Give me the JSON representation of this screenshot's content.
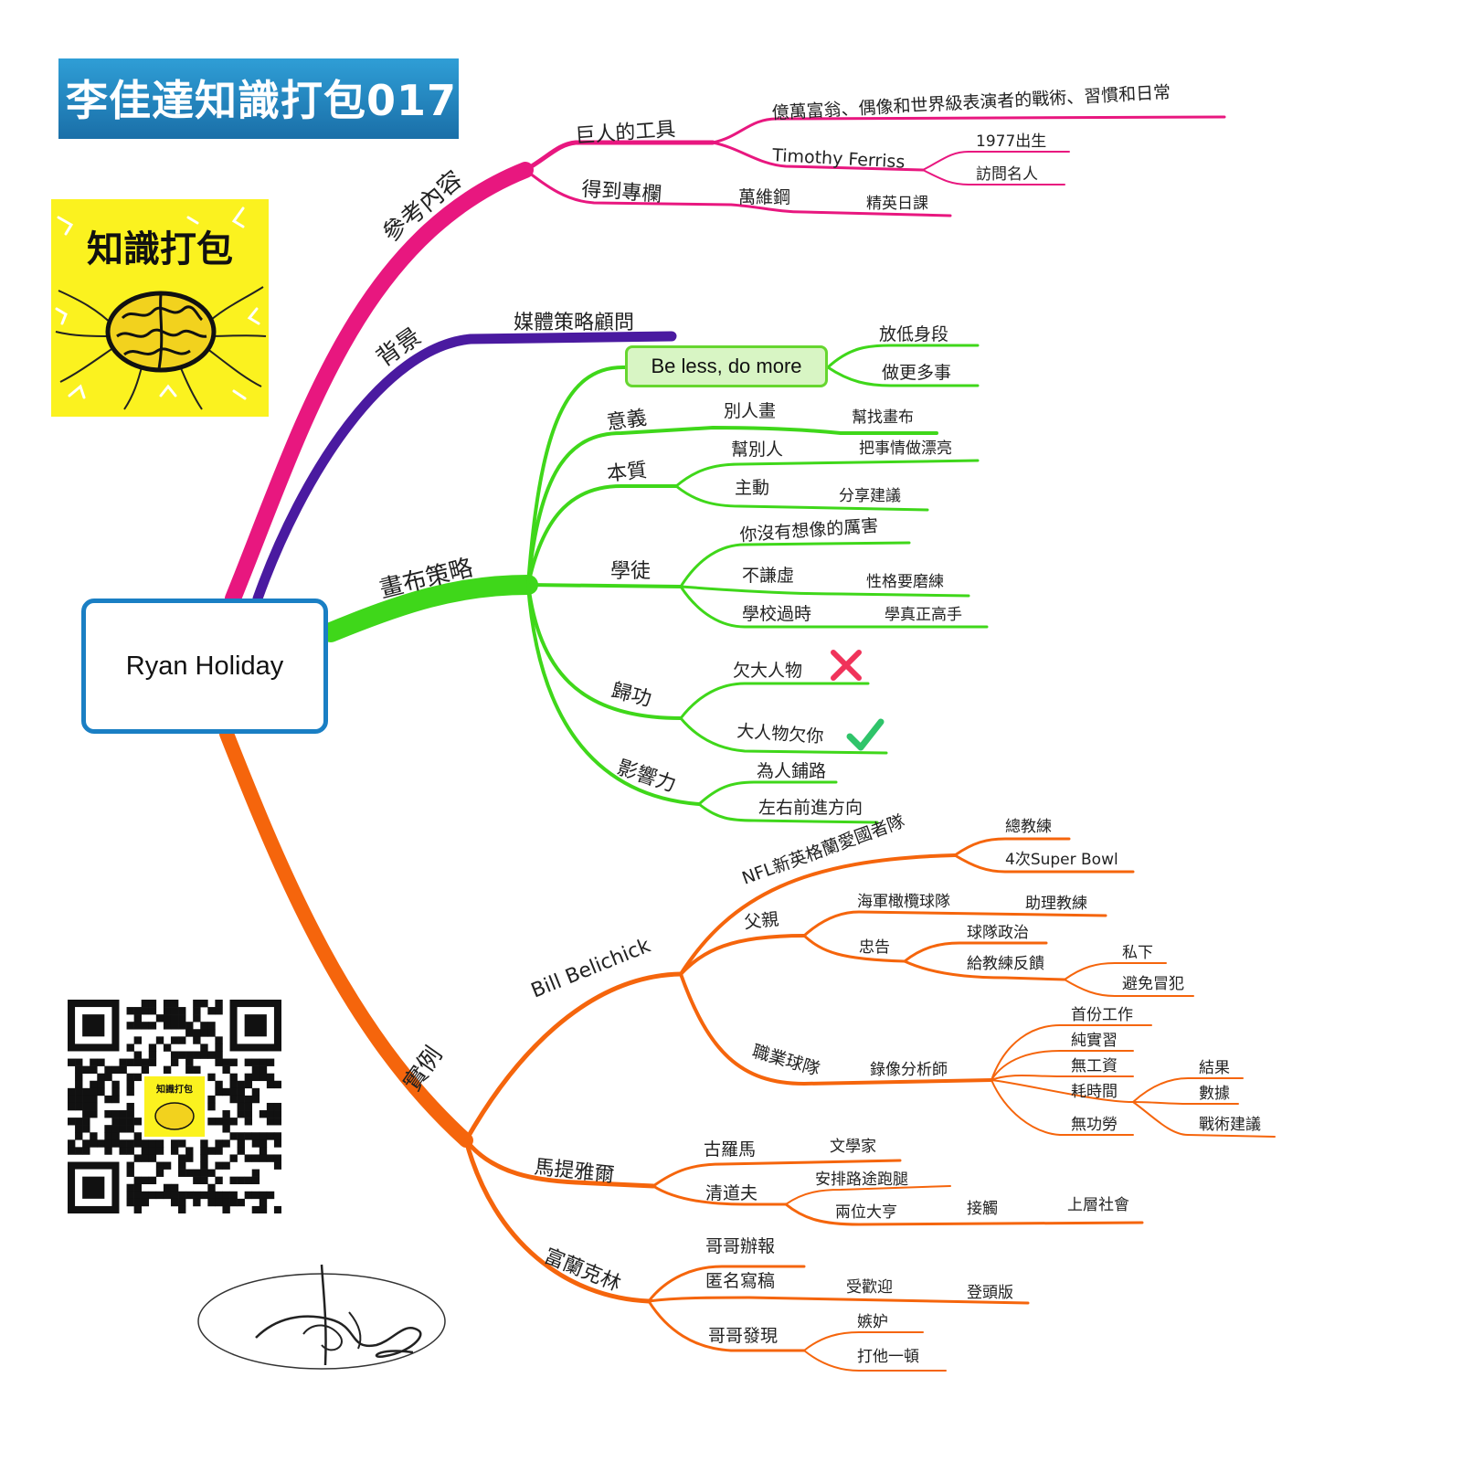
{
  "title": "李佳達知識打包017",
  "logo": {
    "text": "知識打包",
    "icon": "brain-icon"
  },
  "center": "Ryan Holiday",
  "colors": {
    "reference": "#e8177f",
    "background": "#4a1aa0",
    "strategy": "#3fd71a",
    "examples": "#f5650c",
    "center_border": "#1a7fc4",
    "title_bg": "#1f86c2",
    "logo_bg": "#fbf21f",
    "cross": "#f0335a",
    "check": "#2fc46a"
  },
  "branches": {
    "reference": {
      "label": "參考內容",
      "tools": {
        "label": "巨人的工具",
        "desc": "億萬富翁、偶像和世界級表演者的戰術、習慣和日常",
        "author": "Timothy Ferriss",
        "born": "1977出生",
        "interview": "訪問名人"
      },
      "column": {
        "label": "得到專欄",
        "author": "萬維鋼",
        "course": "精英日課"
      }
    },
    "background": {
      "label": "背景",
      "role": "媒體策略顧問"
    },
    "strategy": {
      "label": "畫布策略",
      "motto": {
        "label": "Be less, do more",
        "c1": "放低身段",
        "c2": "做更多事"
      },
      "meaning": {
        "label": "意義",
        "c1": "別人畫",
        "c1a": "幫找畫布"
      },
      "essence": {
        "label": "本質",
        "c1": "幫別人",
        "c1a": "把事情做漂亮",
        "c2": "主動",
        "c2a": "分享建議"
      },
      "apprentice": {
        "label": "學徒",
        "c1": "你沒有想像的厲害",
        "c2": "不謙虛",
        "c2a": "性格要磨練",
        "c3": "學校過時",
        "c3a": "學真正高手"
      },
      "credit": {
        "label": "歸功",
        "c1": "欠大人物",
        "c2": "大人物欠你"
      },
      "influence": {
        "label": "影響力",
        "c1": "為人鋪路",
        "c2": "左右前進方向"
      }
    },
    "examples": {
      "label": "實例",
      "belichick": {
        "label": "Bill Belichick",
        "nfl": {
          "label": "NFL新英格蘭愛國者隊",
          "c1": "總教練",
          "c2": "4次Super Bowl"
        },
        "father": {
          "label": "父親",
          "navy": "海軍橄欖球隊",
          "navy_a": "助理教練",
          "advice": "忠告",
          "politics": "球隊政治",
          "feedback": "給教練反饋",
          "private": "私下",
          "avoid": "避免冒犯"
        },
        "pro": {
          "label": "職業球隊",
          "analyst": "錄像分析師",
          "c1": "首份工作",
          "c2": "純實習",
          "c3": "無工資",
          "c4": "耗時間",
          "c5": "無功勞",
          "r1": "結果",
          "r2": "數據",
          "r3": "戰術建議"
        }
      },
      "martial": {
        "label": "馬提雅爾",
        "rome": "古羅馬",
        "rome_a": "文學家",
        "client": "清道夫",
        "errand": "安排路途跑腿",
        "tycoons": "兩位大亨",
        "contact": "接觸",
        "society": "上層社會"
      },
      "franklin": {
        "label": "富蘭克林",
        "paper": "哥哥辦報",
        "anon": "匿名寫稿",
        "popular": "受歡迎",
        "front": "登頭版",
        "found": "哥哥發現",
        "jealous": "嫉妒",
        "beat": "打他一頓"
      }
    }
  }
}
